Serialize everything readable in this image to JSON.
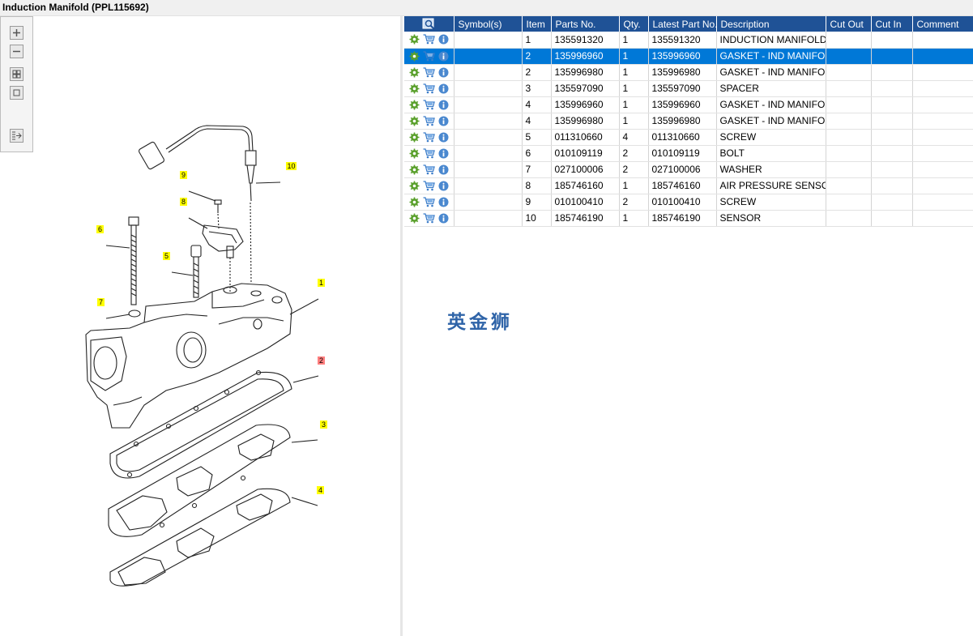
{
  "window": {
    "title": "Induction Manifold (PPL115692)"
  },
  "toolbar": {
    "buttons": [
      {
        "name": "zoom-in",
        "icon": "plus-icon"
      },
      {
        "name": "zoom-out",
        "icon": "minus-icon"
      },
      {
        "name": "fit-page",
        "icon": "grid-icon"
      },
      {
        "name": "actual-size",
        "icon": "square-icon"
      },
      {
        "name": "toggle-list",
        "icon": "list-arrow-icon"
      }
    ]
  },
  "diagram": {
    "callouts": [
      "1",
      "2",
      "3",
      "4",
      "5",
      "6",
      "7",
      "8",
      "9",
      "10"
    ],
    "highlight_color": "#ffff00",
    "selected_color": "#ff7f7f"
  },
  "table": {
    "headers": [
      "Symbol(s)",
      "Item",
      "Parts No.",
      "Qty.",
      "Latest Part No.",
      "Description",
      "Cut Out",
      "Cut In",
      "Comment"
    ],
    "rows": [
      {
        "item": "1",
        "part": "135591320",
        "qty": "1",
        "latest": "135591320",
        "desc": "INDUCTION MANIFOLD"
      },
      {
        "item": "2",
        "part": "135996960",
        "qty": "1",
        "latest": "135996960",
        "desc": "GASKET - IND MANIFOLD",
        "selected": true
      },
      {
        "item": "2",
        "part": "135996980",
        "qty": "1",
        "latest": "135996980",
        "desc": "GASKET - IND MANIFOLD"
      },
      {
        "item": "3",
        "part": "135597090",
        "qty": "1",
        "latest": "135597090",
        "desc": "SPACER"
      },
      {
        "item": "4",
        "part": "135996960",
        "qty": "1",
        "latest": "135996960",
        "desc": "GASKET - IND MANIFOLD"
      },
      {
        "item": "4",
        "part": "135996980",
        "qty": "1",
        "latest": "135996980",
        "desc": "GASKET - IND MANIFOLD"
      },
      {
        "item": "5",
        "part": "011310660",
        "qty": "4",
        "latest": "011310660",
        "desc": "SCREW"
      },
      {
        "item": "6",
        "part": "010109119",
        "qty": "2",
        "latest": "010109119",
        "desc": "BOLT"
      },
      {
        "item": "7",
        "part": "027100006",
        "qty": "2",
        "latest": "027100006",
        "desc": "WASHER"
      },
      {
        "item": "8",
        "part": "185746160",
        "qty": "1",
        "latest": "185746160",
        "desc": "AIR PRESSURE SENSOR"
      },
      {
        "item": "9",
        "part": "010100410",
        "qty": "2",
        "latest": "010100410",
        "desc": "SCREW"
      },
      {
        "item": "10",
        "part": "185746190",
        "qty": "1",
        "latest": "185746190",
        "desc": "SENSOR"
      }
    ],
    "row_icons": [
      "gear-icon",
      "cart-icon",
      "info-icon"
    ],
    "header_color": "#1f5296",
    "selected_color": "#0078d7"
  },
  "watermark": {
    "text": "英金狮",
    "color": "#2f64a8"
  }
}
